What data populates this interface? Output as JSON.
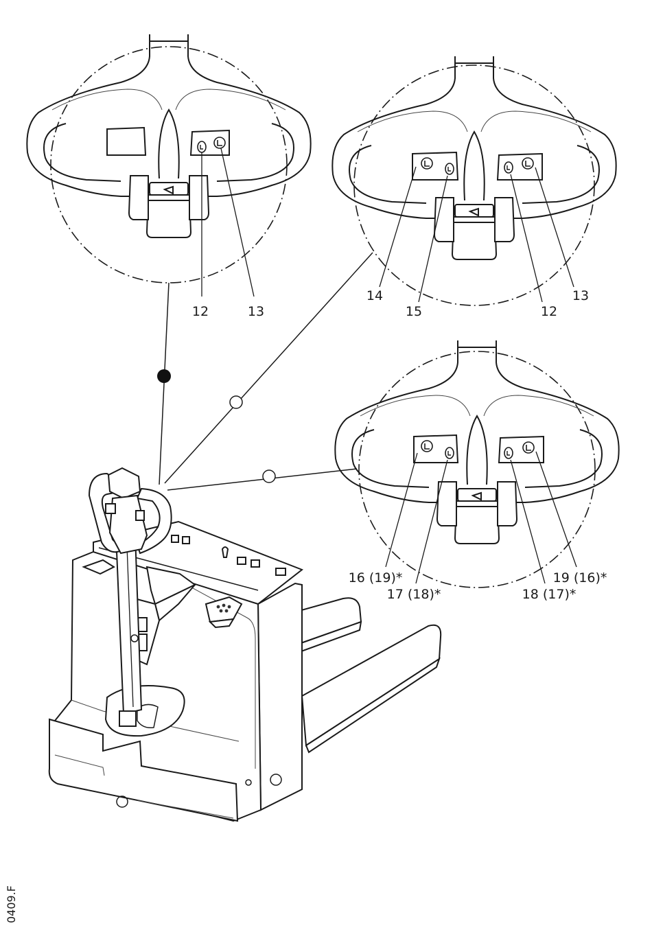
{
  "figure_code": "0409.F",
  "detail_top_left": {
    "callouts": [
      "12",
      "13"
    ]
  },
  "detail_top_right": {
    "callouts": [
      "14",
      "15",
      "12",
      "13"
    ]
  },
  "detail_bottom_right": {
    "callouts": [
      "16 (19)*",
      "17 (18)*",
      "18 (17)*",
      "19 (16)*"
    ]
  },
  "markers": {
    "filled": "filled-circle",
    "open": "open-circle"
  }
}
